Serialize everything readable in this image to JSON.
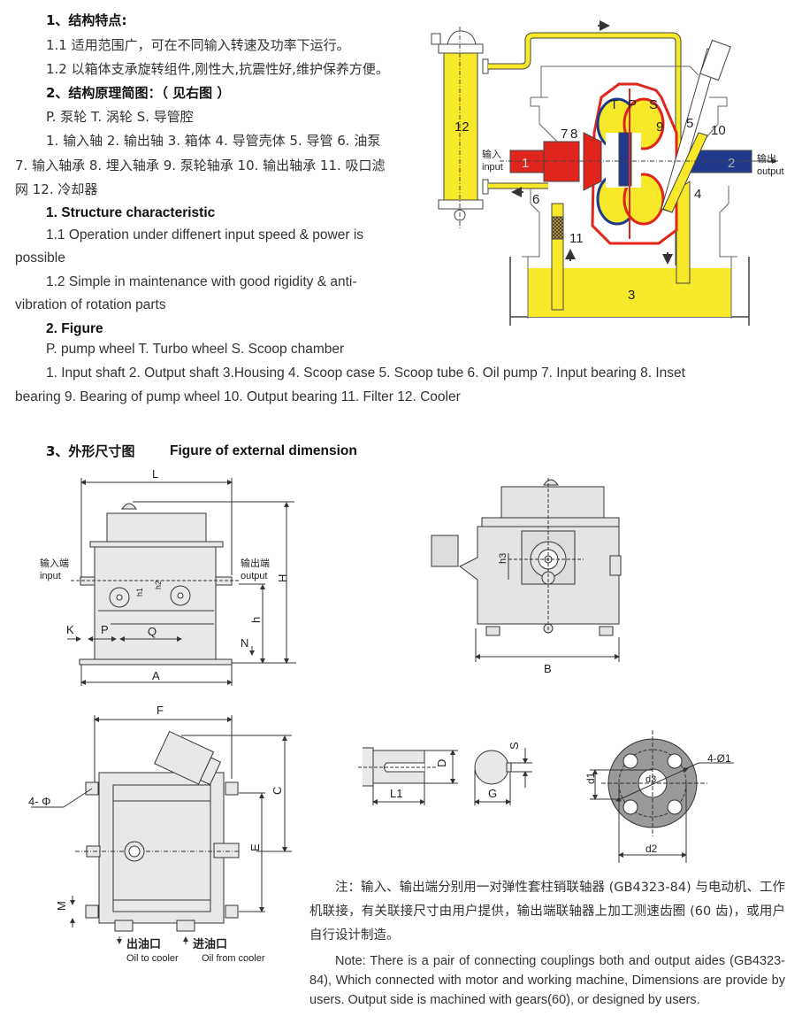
{
  "section1": {
    "heading": "1、结构特点:",
    "items": [
      "1.1 适用范围广，可在不同输入转速及功率下运行。",
      "1.2 以箱体支承旋转组件,刚性大,抗震性好,维护保养方便。"
    ]
  },
  "section2": {
    "heading": "2、结构原理简图：（ 见右图 ）",
    "legend_cn": "P. 泵轮 T. 涡轮 S. 导管腔",
    "parts_cn_line1": "1. 输入轴  2. 输出轴  3. 箱体  4. 导管壳体  5. 导管  6. 油泵",
    "parts_cn_line2": "7. 输入轴承  8. 埋入轴承  9. 泵轮轴承  10. 输出轴承  11. 吸口滤",
    "parts_cn_line3": "网  12. 冷却器"
  },
  "section_en1": {
    "heading": "1. Structure characteristic",
    "item1_line1": "1.1 Operation under diffenert input speed & power is",
    "item1_line2": "possible",
    "item2_line1": "1.2 Simple in maintenance with good rigidity & anti-",
    "item2_line2": "vibration of rotation parts"
  },
  "section_en2": {
    "heading": "2. Figure",
    "legend": "P. pump wheel   T. Turbo wheel   S. Scoop chamber",
    "parts_line1": "1. Input shaft  2. Output shaft  3.Housing  4. Scoop case  5. Scoop tube  6. Oil pump  7. Input bearing  8. Inset",
    "parts_line2": "bearing  9. Bearing of pump wheel  10. Output bearing  11. Filter  12. Cooler"
  },
  "schematic": {
    "labels": {
      "n1": "1",
      "n2": "2",
      "n3": "3",
      "n4": "4",
      "n5": "5",
      "n6": "6",
      "n7": "7",
      "n8": "8",
      "n9": "9",
      "n10": "10",
      "n11": "11",
      "n12": "12",
      "T": "T",
      "P": "P",
      "S": "S"
    },
    "input_cn": "输入",
    "input_en": "input",
    "output_cn": "输出",
    "output_en": "output",
    "colors": {
      "oil": "#f7e92a",
      "input": "#e0261c",
      "output": "#1f3a8a",
      "housing": "#ffffff"
    }
  },
  "section3": {
    "heading_cn": "3、外形尺寸图",
    "heading_en": "Figure of external dimension"
  },
  "front_view": {
    "L": "L",
    "H": "H",
    "h": "h",
    "K": "K",
    "P": "P",
    "Q": "Q",
    "N": "N",
    "A": "A",
    "h1": "h1",
    "h2": "h2",
    "input_cn": "输入端",
    "input_en": "input",
    "output_cn": "输出端",
    "output_en": "output"
  },
  "side_view": {
    "B": "B",
    "h3": "h3"
  },
  "plan_view": {
    "F": "F",
    "C": "C",
    "E": "E",
    "M": "M",
    "holes": "4- Φ",
    "out_cn": "出油口",
    "out_en": "Oil to cooler",
    "in_cn": "进油口",
    "in_en": "Oil from cooler"
  },
  "shaft_detail": {
    "L1": "L1",
    "D": "D",
    "G": "G",
    "S": "S"
  },
  "flange_detail": {
    "d1": "d1",
    "d2": "d2",
    "d3": "d3",
    "holes": "4-Ø1"
  },
  "note": {
    "cn": "注：输入、输出端分别用一对弹性套柱销联轴器 (GB4323-84) 与电动机、工作机联接，有关联接尺寸由用户提供，输出端联轴器上加工测速齿圈 (60 齿)，或用户自行设计制造。",
    "en": "Note: There is a pair of connecting couplings both and output aides (GB4323-84), Which connected with motor and working machine, Dimensions are provide by users. Output side is machined with gears(60), or designed by users."
  }
}
